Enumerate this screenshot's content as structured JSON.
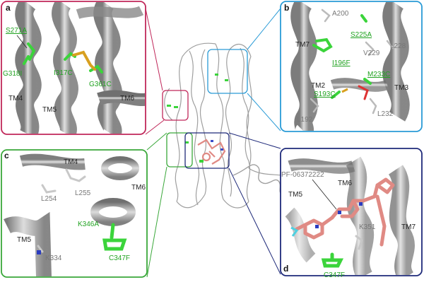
{
  "colors": {
    "panel_a": "#c0285a",
    "panel_b": "#2a9bd6",
    "panel_c": "#3aa83a",
    "panel_d": "#1f2a7a",
    "mutation_green": "#3bd43b",
    "ligand_salmon": "#e08a84",
    "helix_grey": "#9a9a9a"
  },
  "panels": {
    "a": {
      "letter": "a",
      "mutations": [
        "S271A",
        "G318I",
        "I317C",
        "G361C"
      ],
      "helices": [
        "TM4",
        "TM5",
        "TM6"
      ]
    },
    "b": {
      "letter": "b",
      "residues": [
        "A200",
        "V229",
        "L228",
        "L192",
        "L232"
      ],
      "mutations": [
        "S225A",
        "I196F",
        "M233C",
        "S193C"
      ],
      "helices": [
        "TM7",
        "TM2",
        "TM3"
      ]
    },
    "c": {
      "letter": "c",
      "residues": [
        "L255",
        "L254",
        "K334"
      ],
      "mutations": [
        "K346A",
        "C347F"
      ],
      "helices": [
        "TM4",
        "TM6",
        "TM5"
      ]
    },
    "d": {
      "letter": "d",
      "ligand": "PF-06372222",
      "residues": [
        "K351"
      ],
      "mutations": [
        "C347F"
      ],
      "helices": [
        "TM5",
        "TM6",
        "TM7"
      ]
    }
  }
}
